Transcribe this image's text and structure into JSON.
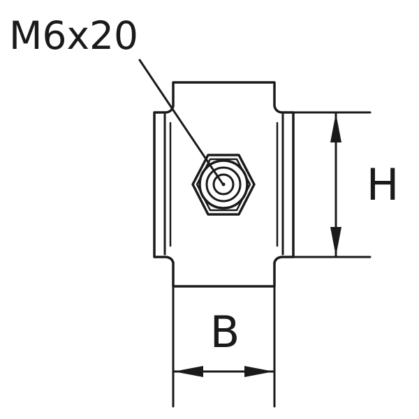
{
  "drawing": {
    "callout": "M6x20",
    "height_label": "H",
    "width_label": "B",
    "line_color": "#1a1a1a",
    "background_color": "#ffffff"
  }
}
